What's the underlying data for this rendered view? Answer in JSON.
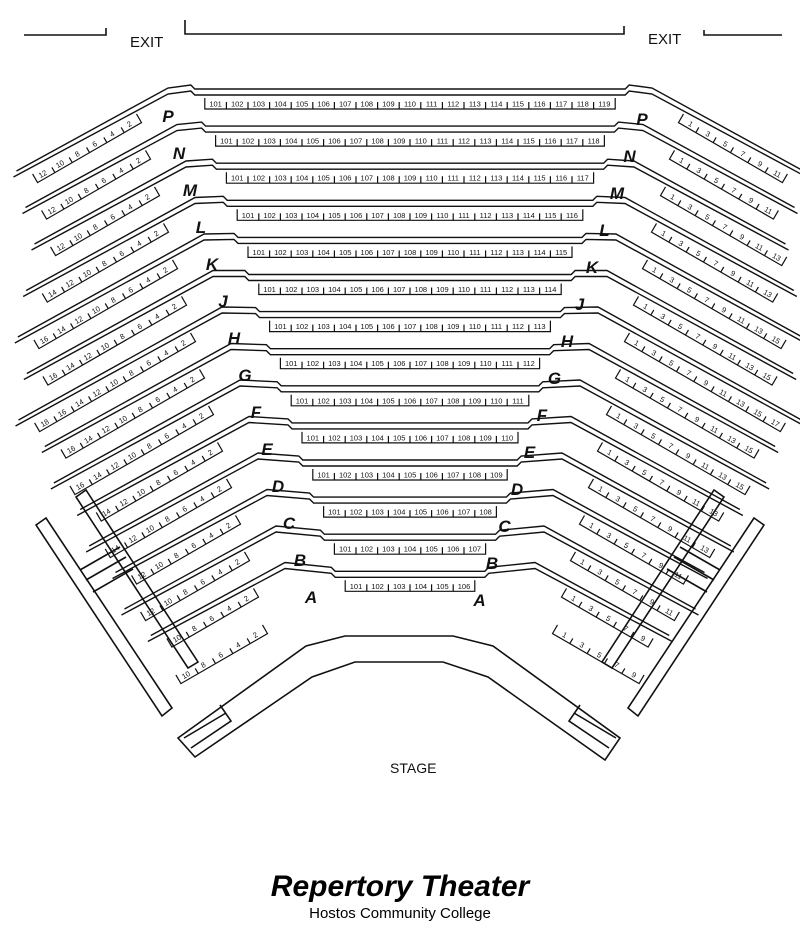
{
  "title": "Repertory Theater",
  "subtitle": "Hostos Community College",
  "stage_label": "STAGE",
  "exits": [
    "EXIT",
    "EXIT"
  ],
  "colors": {
    "ink": "#111111",
    "background": "#ffffff"
  },
  "rows": [
    {
      "letter": "P",
      "center": [
        101,
        102,
        103,
        104,
        105,
        106,
        107,
        108,
        109,
        110,
        111,
        112,
        113,
        114,
        115,
        116,
        117,
        118,
        119
      ]
    },
    {
      "letter": "N",
      "center": [
        101,
        102,
        103,
        104,
        105,
        106,
        107,
        108,
        109,
        110,
        111,
        112,
        113,
        114,
        115,
        116,
        117,
        118
      ]
    },
    {
      "letter": "M",
      "center": [
        101,
        102,
        103,
        104,
        105,
        106,
        107,
        108,
        109,
        110,
        111,
        112,
        113,
        114,
        115,
        116,
        117
      ]
    },
    {
      "letter": "L",
      "center": [
        101,
        102,
        103,
        104,
        105,
        106,
        107,
        108,
        109,
        110,
        111,
        112,
        113,
        114,
        115,
        116
      ]
    },
    {
      "letter": "K",
      "center": [
        101,
        102,
        103,
        104,
        105,
        106,
        107,
        108,
        109,
        110,
        111,
        112,
        113,
        114,
        115
      ]
    },
    {
      "letter": "J",
      "center": [
        101,
        102,
        103,
        104,
        105,
        106,
        107,
        108,
        109,
        110,
        111,
        112,
        113,
        114
      ]
    },
    {
      "letter": "H",
      "center": [
        101,
        102,
        103,
        104,
        105,
        106,
        107,
        108,
        109,
        110,
        111,
        112,
        113
      ]
    },
    {
      "letter": "G",
      "center": [
        101,
        102,
        103,
        104,
        105,
        106,
        107,
        108,
        109,
        110,
        111,
        112
      ]
    },
    {
      "letter": "F",
      "center": [
        101,
        102,
        103,
        104,
        105,
        106,
        107,
        108,
        109,
        110,
        111
      ]
    },
    {
      "letter": "E",
      "center": [
        101,
        102,
        103,
        104,
        105,
        106,
        107,
        108,
        109,
        110
      ]
    },
    {
      "letter": "D",
      "center": [
        101,
        102,
        103,
        104,
        105,
        106,
        107,
        108,
        109
      ]
    },
    {
      "letter": "C",
      "center": [
        101,
        102,
        103,
        104,
        105,
        106,
        107,
        108
      ]
    },
    {
      "letter": "B",
      "center": [
        101,
        102,
        103,
        104,
        105,
        106,
        107
      ]
    },
    {
      "letter": "A",
      "center": [
        101,
        102,
        103,
        104,
        105,
        106
      ]
    }
  ],
  "left_side_rows": [
    [
      12,
      10,
      8,
      6,
      4,
      2
    ],
    [
      12,
      10,
      8,
      6,
      4,
      2
    ],
    [
      12,
      10,
      8,
      6,
      4,
      2
    ],
    [
      14,
      12,
      10,
      8,
      6,
      4,
      2
    ],
    [
      16,
      14,
      12,
      10,
      8,
      6,
      4,
      2
    ],
    [
      16,
      14,
      12,
      10,
      8,
      6,
      4,
      2
    ],
    [
      18,
      16,
      14,
      12,
      10,
      8,
      6,
      4,
      2
    ],
    [
      16,
      14,
      12,
      10,
      8,
      6,
      4,
      2
    ],
    [
      16,
      14,
      12,
      10,
      8,
      6,
      4,
      2
    ],
    [
      14,
      12,
      10,
      8,
      6,
      4,
      2
    ],
    [
      14,
      12,
      10,
      8,
      6,
      4,
      2
    ],
    [
      12,
      10,
      8,
      6,
      4,
      2
    ],
    [
      12,
      10,
      8,
      6,
      4,
      2
    ],
    [
      10,
      8,
      6,
      4,
      2
    ],
    [
      10,
      8,
      6,
      4,
      2
    ]
  ],
  "right_side_rows": [
    [
      1,
      3,
      5,
      7,
      9,
      11
    ],
    [
      1,
      3,
      5,
      7,
      9,
      11
    ],
    [
      1,
      3,
      5,
      7,
      9,
      11,
      13
    ],
    [
      1,
      3,
      5,
      7,
      9,
      11,
      13
    ],
    [
      1,
      3,
      5,
      7,
      9,
      11,
      13,
      15
    ],
    [
      1,
      3,
      5,
      7,
      9,
      11,
      13,
      15
    ],
    [
      1,
      3,
      5,
      7,
      9,
      11,
      13,
      15,
      17
    ],
    [
      1,
      3,
      5,
      7,
      9,
      11,
      13,
      15
    ],
    [
      1,
      3,
      5,
      7,
      9,
      11,
      13,
      15
    ],
    [
      1,
      3,
      5,
      7,
      9,
      11,
      13
    ],
    [
      1,
      3,
      5,
      7,
      9,
      11,
      13
    ],
    [
      1,
      3,
      5,
      7,
      9,
      11
    ],
    [
      1,
      3,
      5,
      7,
      9,
      11
    ],
    [
      1,
      3,
      5,
      7,
      9
    ],
    [
      1,
      3,
      5,
      7,
      9
    ]
  ]
}
